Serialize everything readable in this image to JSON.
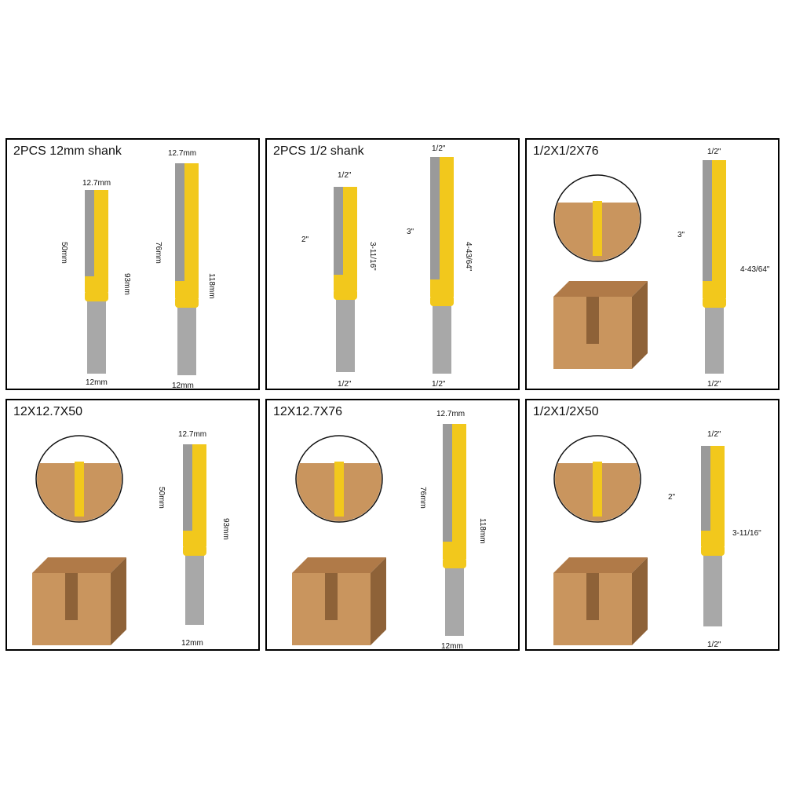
{
  "colors": {
    "shank": "#a8a8a8",
    "blade_yellow": "#f2c81c",
    "blade_steel": "#9a9a9a",
    "wood": "#c9955e",
    "wood_dark": "#8e6238"
  },
  "panels": [
    {
      "title": "2PCS 12mm shank",
      "bitA": {
        "top": "12.7mm",
        "cut": "50mm",
        "total": "93mm",
        "bottom": "12mm"
      },
      "bitB": {
        "top": "12.7mm",
        "cut": "76mm",
        "total": "118mm",
        "bottom": "12mm"
      }
    },
    {
      "title": "2PCS 1/2 shank",
      "bitA": {
        "top": "1/2\"",
        "cut": "2\"",
        "total": "3-11/16\"",
        "bottom": "1/2\""
      },
      "bitB": {
        "top": "1/2\"",
        "cut": "3\"",
        "total": "4-43/64\"",
        "bottom": "1/2\""
      }
    },
    {
      "title": "1/2X1/2X76",
      "bit": {
        "top": "1/2\"",
        "cut": "3\"",
        "total": "4-43/64\"",
        "bottom": "1/2\""
      }
    },
    {
      "title": "12X12.7X50",
      "bit": {
        "top": "12.7mm",
        "cut": "50mm",
        "total": "93mm",
        "bottom": "12mm"
      }
    },
    {
      "title": "12X12.7X76",
      "bit": {
        "top": "12.7mm",
        "cut": "76mm",
        "total": "118mm",
        "bottom": "12mm"
      }
    },
    {
      "title": "1/2X1/2X50",
      "bit": {
        "top": "1/2\"",
        "cut": "2\"",
        "total": "3-11/16\"",
        "bottom": "1/2\""
      }
    }
  ]
}
